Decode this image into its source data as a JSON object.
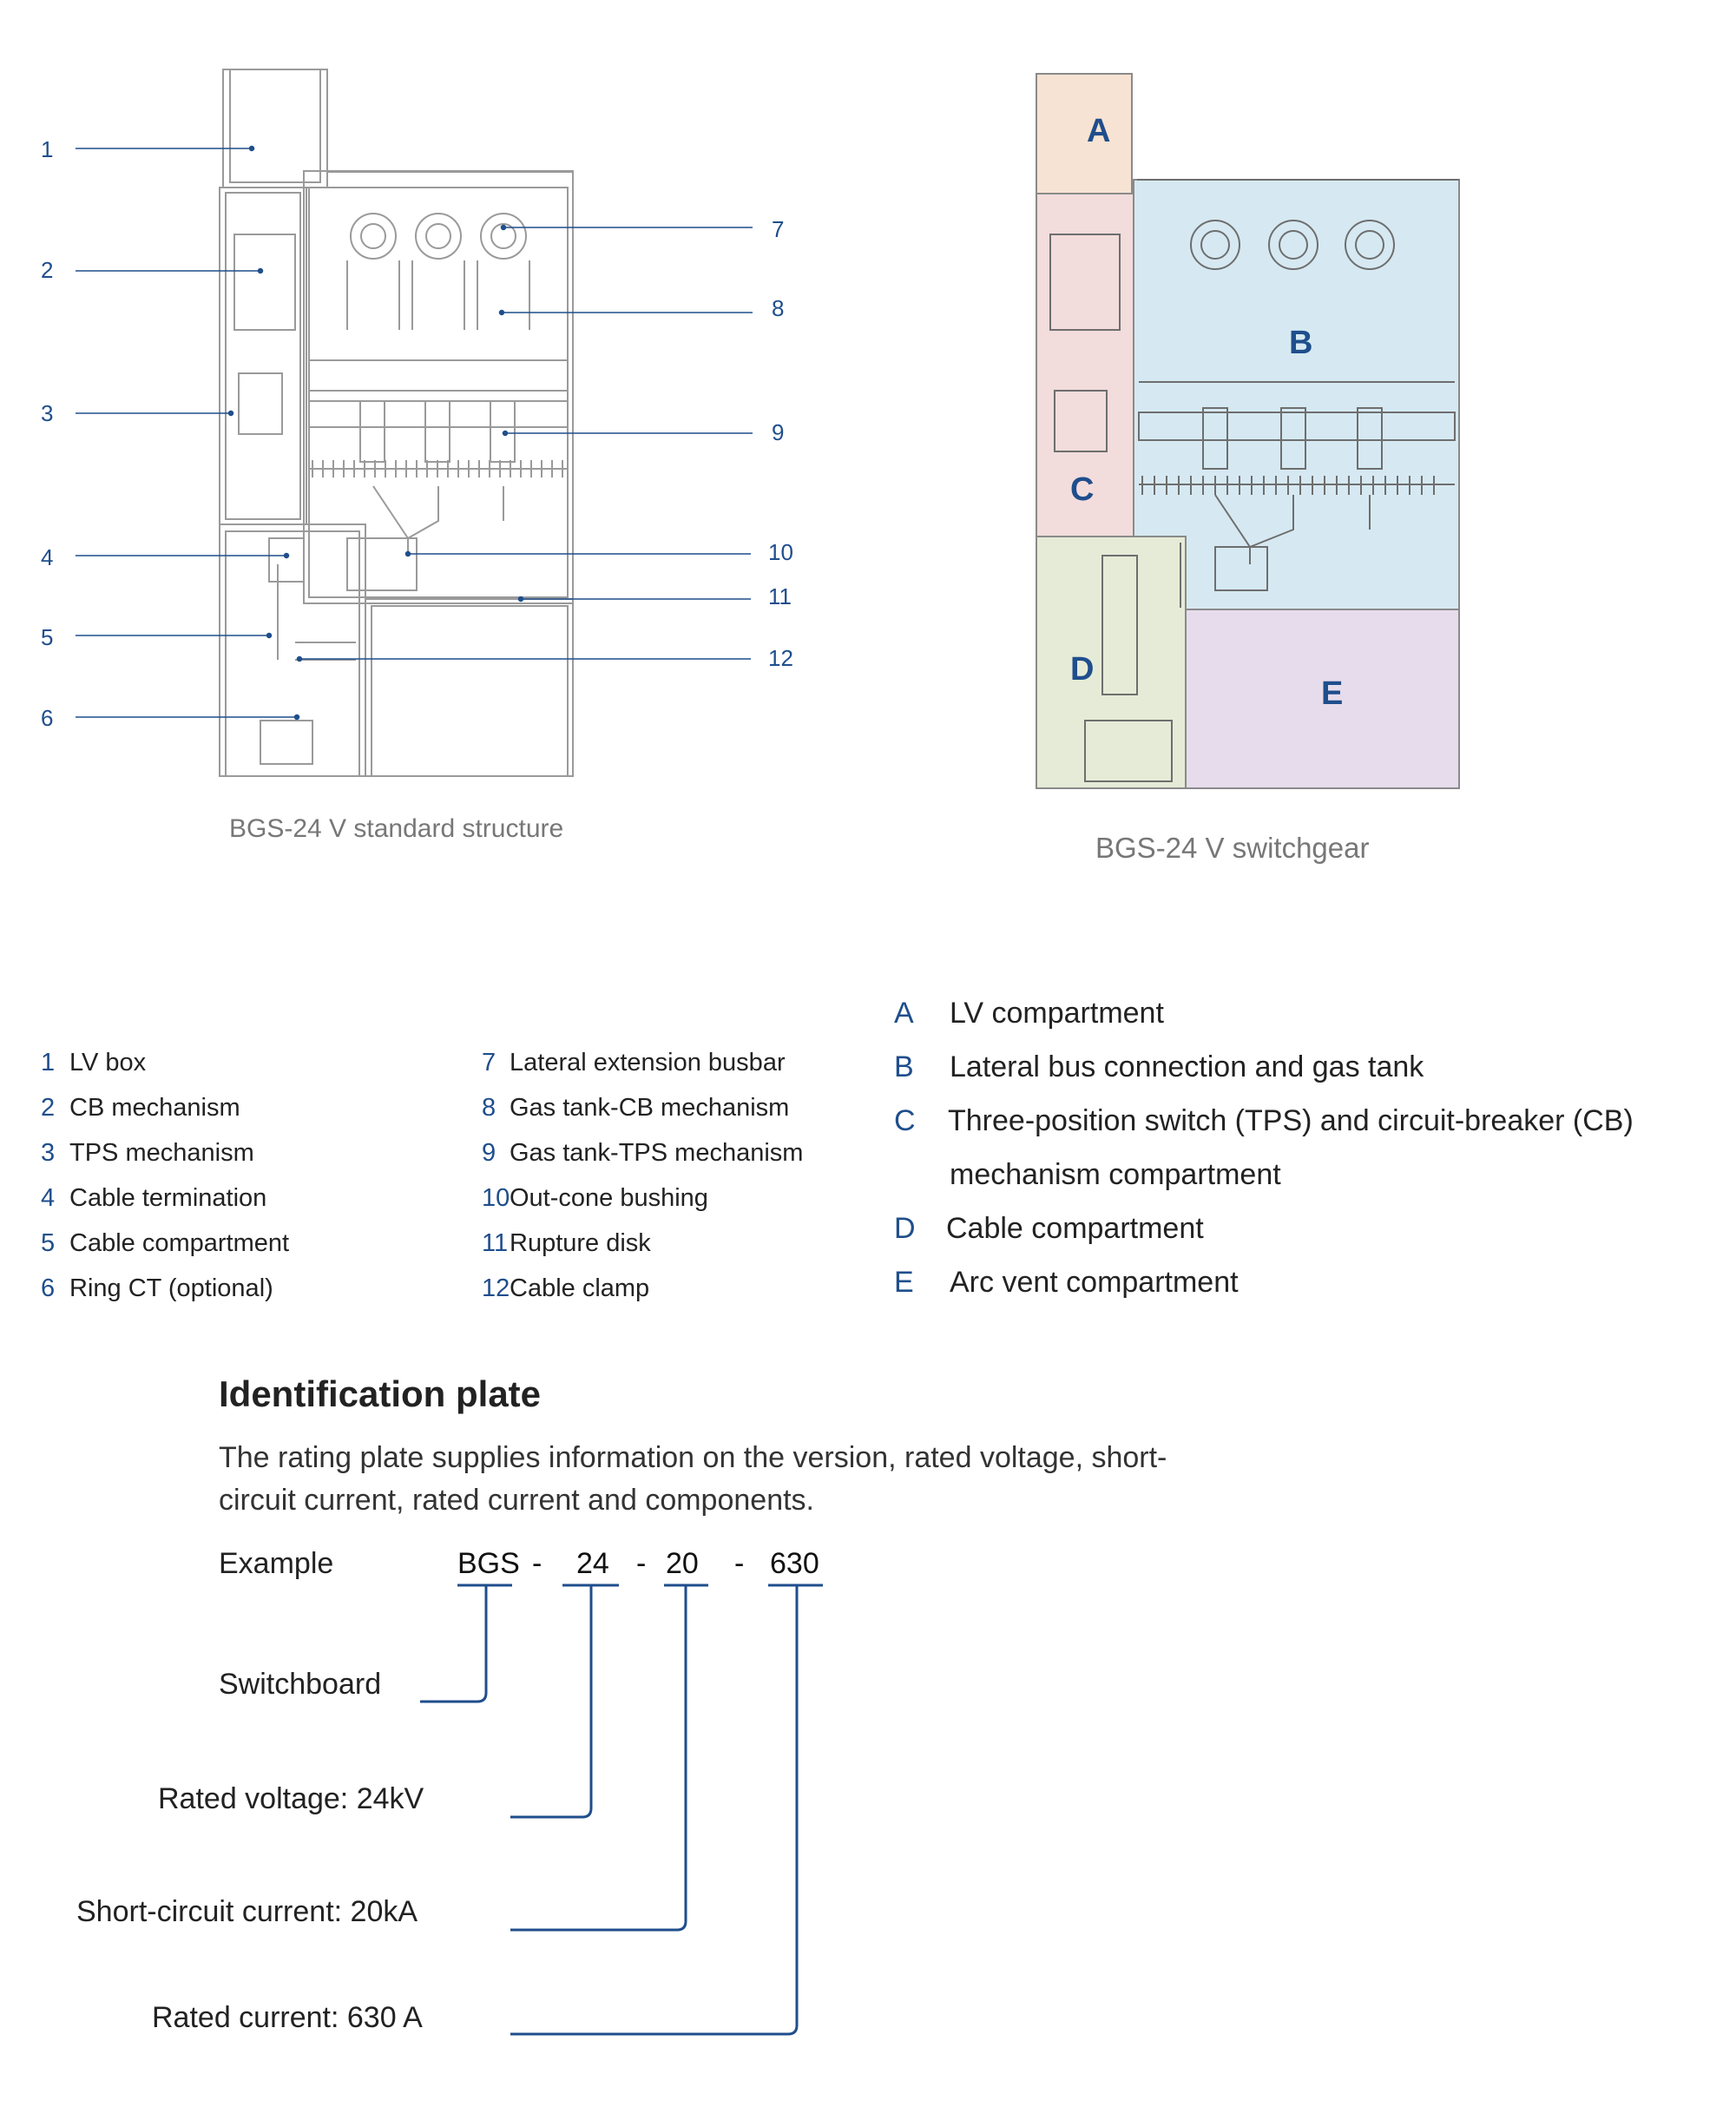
{
  "left_diagram": {
    "caption": "BGS-24 V standard structure",
    "callouts_left": [
      "1",
      "2",
      "3",
      "4",
      "5",
      "6"
    ],
    "callouts_right": [
      "7",
      "8",
      "9",
      "10",
      "11",
      "12"
    ]
  },
  "right_diagram": {
    "caption": "BGS-24 V switchgear",
    "zones": [
      {
        "letter": "A",
        "color": "#f7e3d3"
      },
      {
        "letter": "B",
        "color": "#d6e9f2"
      },
      {
        "letter": "C",
        "color": "#f2dcdc"
      },
      {
        "letter": "D",
        "color": "#e5ebd6"
      },
      {
        "letter": "E",
        "color": "#e7dcec"
      }
    ]
  },
  "legend_numbers": [
    {
      "num": "1",
      "text": "LV box"
    },
    {
      "num": "2",
      "text": "CB mechanism"
    },
    {
      "num": "3",
      "text": "TPS mechanism"
    },
    {
      "num": "4",
      "text": "Cable termination"
    },
    {
      "num": "5",
      "text": "Cable compartment"
    },
    {
      "num": "6",
      "text": "Ring CT (optional)"
    },
    {
      "num": "7",
      "text": "Lateral extension busbar"
    },
    {
      "num": "8",
      "text": "Gas tank-CB mechanism"
    },
    {
      "num": "9",
      "text": "Gas tank-TPS mechanism"
    },
    {
      "num": "10",
      "text": "Out-cone bushing"
    },
    {
      "num": "11",
      "text": "Rupture disk"
    },
    {
      "num": "12",
      "text": "Cable clamp"
    }
  ],
  "legend_compartments": [
    {
      "key": "A",
      "text": "LV compartment"
    },
    {
      "key": "B",
      "text": "Lateral bus connection and gas tank"
    },
    {
      "key": "C",
      "text": "Three-position switch (TPS) and circuit-breaker (CB)"
    },
    {
      "key": "",
      "text": "mechanism compartment"
    },
    {
      "key": "D",
      "text": "Cable compartment"
    },
    {
      "key": "E",
      "text": "Arc vent compartment"
    }
  ],
  "identification": {
    "title": "Identification plate",
    "description": "The rating plate supplies information on the version, rated voltage, short-circuit current, rated current and components.",
    "example_label": "Example",
    "code_parts": [
      "BGS",
      "24",
      "20",
      "630"
    ],
    "separator": "-",
    "labels": [
      "Switchboard",
      "Rated voltage: 24kV",
      "Short-circuit current: 20kA",
      "Rated current: 630 A"
    ]
  },
  "colors": {
    "accent": "#1f4e8c",
    "line": "#1f4e8c",
    "drawing": "#8a8a8a"
  }
}
